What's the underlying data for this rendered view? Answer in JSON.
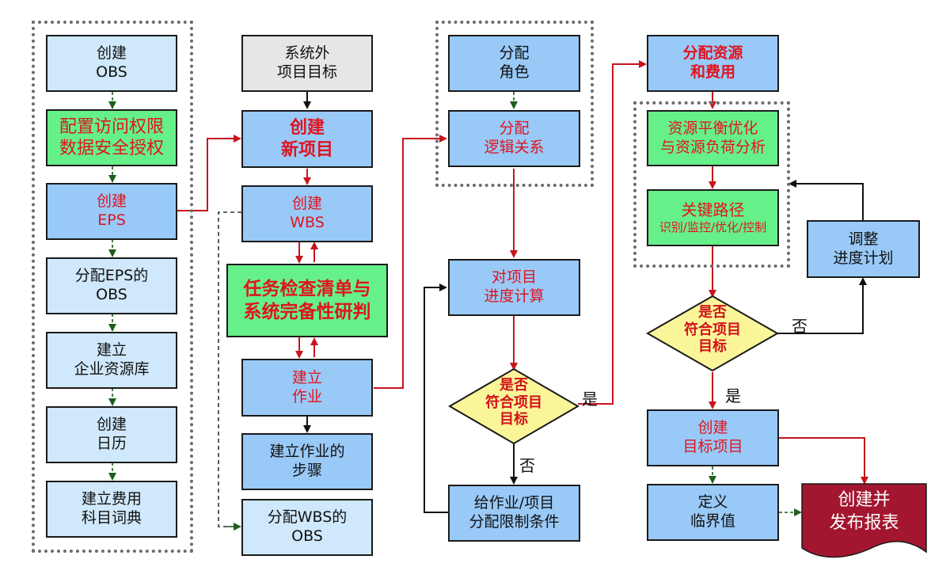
{
  "diagram": {
    "colors": {
      "light_box": "#cfe8fb",
      "blue_box": "#99c9f7",
      "grey_box": "#e6e6e6",
      "green_box": "#66f08a",
      "decision": "#fbf59a",
      "report": "#a3162f",
      "red_text": "#e0141e",
      "red_connector": "#c8141e",
      "green_connector": "#1d5e1d",
      "black_connector": "#111111"
    },
    "column1": {
      "create_obs": [
        "创建",
        "OBS"
      ],
      "configure_access": [
        "配置访问权限",
        "数据安全授权"
      ],
      "create_eps": [
        "创建",
        "EPS"
      ],
      "assign_eps_obs": [
        "分配EPS的",
        "OBS"
      ],
      "build_resource_library": [
        "建立",
        "企业资源库"
      ],
      "create_calendar": [
        "创建",
        "日历"
      ],
      "build_cost_dictionary": [
        "建立费用",
        "科目词典"
      ]
    },
    "column2": {
      "external_goal": [
        "系统外",
        "项目目标"
      ],
      "create_new_project": [
        "创建",
        "新项目"
      ],
      "create_wbs": [
        "创建",
        "WBS"
      ],
      "task_checklist": [
        "任务检查清单与",
        "系统完备性研判"
      ],
      "create_activity": [
        "建立",
        "作业"
      ],
      "activity_steps": [
        "建立作业的",
        "步骤"
      ],
      "assign_wbs_obs": [
        "分配WBS的",
        "OBS"
      ]
    },
    "column3": {
      "assign_roles": [
        "分配",
        "角色"
      ],
      "assign_logic": [
        "分配",
        "逻辑关系"
      ],
      "schedule_calc": [
        "对项目",
        "进度计算"
      ],
      "decision_1": [
        "是否",
        "符合项目",
        "目标"
      ],
      "constraints": [
        "给作业/项目",
        "分配限制条件"
      ],
      "yes_label": "是",
      "no_label": "否"
    },
    "column4": {
      "assign_resources": [
        "分配资源",
        "和费用"
      ],
      "resource_leveling": [
        "资源平衡优化",
        "与资源负荷分析"
      ],
      "critical_path": [
        "关键路径",
        "识别/监控/优化/控制"
      ],
      "decision_2": [
        "是否",
        "符合项目",
        "目标"
      ],
      "create_baseline": [
        "创建",
        "目标项目"
      ],
      "define_thresholds": [
        "定义",
        "临界值"
      ],
      "yes_label": "是",
      "no_label": "否"
    },
    "column5": {
      "adjust_schedule": [
        "调整",
        "进度计划"
      ],
      "publish_reports": [
        "创建并",
        "发布报表"
      ]
    }
  }
}
